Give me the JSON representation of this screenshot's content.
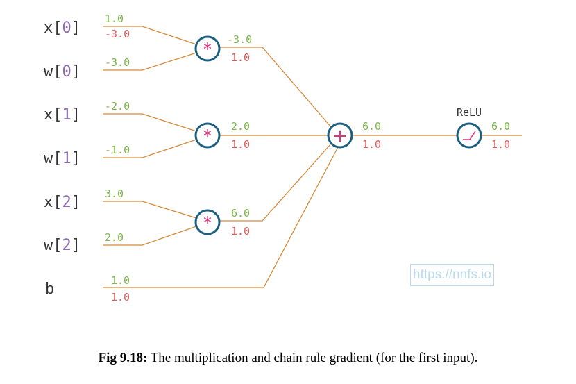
{
  "colors": {
    "wire": "#d48a3a",
    "forward": "#7ab648",
    "gradient": "#e25858",
    "node": "#1b5e7f",
    "operator": "#e0337a",
    "input_dark": "#333333",
    "input_index": "#8c6bb1"
  },
  "inputs": [
    {
      "name": "x",
      "index": "0",
      "value": "1.0",
      "grad": "-3.0"
    },
    {
      "name": "w",
      "index": "0",
      "value": "-3.0",
      "grad": ""
    },
    {
      "name": "x",
      "index": "1",
      "value": "-2.0",
      "grad": ""
    },
    {
      "name": "w",
      "index": "1",
      "value": "-1.0",
      "grad": ""
    },
    {
      "name": "x",
      "index": "2",
      "value": "3.0",
      "grad": ""
    },
    {
      "name": "w",
      "index": "2",
      "value": "2.0",
      "grad": ""
    }
  ],
  "bias": {
    "name": "b",
    "value": "1.0",
    "grad": "1.0"
  },
  "mul_nodes": [
    {
      "symbol": "*",
      "value": "-3.0",
      "grad": "1.0"
    },
    {
      "symbol": "*",
      "value": "2.0",
      "grad": "1.0"
    },
    {
      "symbol": "*",
      "value": "6.0",
      "grad": "1.0"
    }
  ],
  "sum_node": {
    "symbol": "+",
    "value": "6.0",
    "grad": "1.0"
  },
  "relu_node": {
    "label": "ReLU",
    "value": "6.0",
    "grad": "1.0"
  },
  "watermark": "https://nnfs.io",
  "caption": {
    "prefix": "Fig 9.18:",
    "text": " The multiplication and chain rule gradient (for the first input)."
  }
}
